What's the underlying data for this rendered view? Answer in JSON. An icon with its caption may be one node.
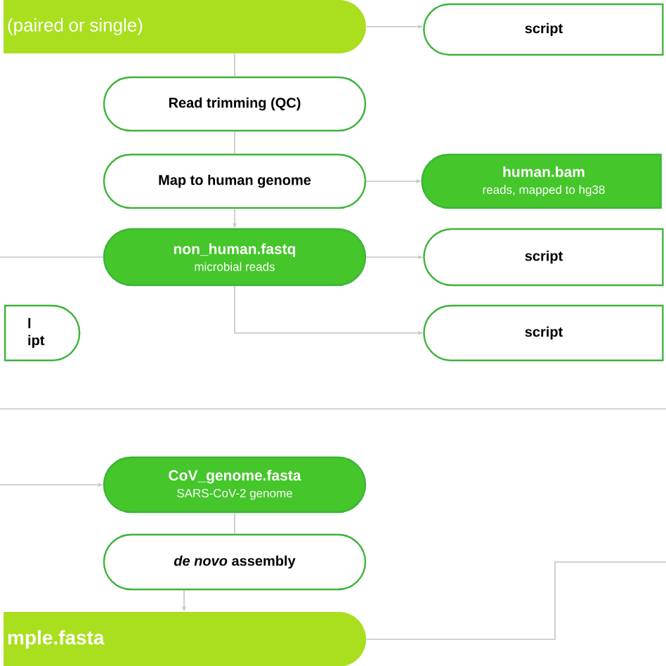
{
  "diagram": {
    "nodes": [
      {
        "text": [
          "(paired or single)"
        ]
      },
      {
        "text": [
          "script"
        ]
      },
      {
        "text": [
          "Read trimming (QC)"
        ]
      },
      {
        "text": [
          "Map to human genome"
        ]
      },
      {
        "text": [
          "human.bam",
          "reads, mapped to hg38"
        ]
      },
      {
        "text": [
          "non_human.fastq",
          "microbial reads"
        ]
      },
      {
        "text": [
          "script"
        ]
      },
      {
        "text": [
          "l ipt"
        ]
      },
      {
        "text": [
          "script"
        ]
      },
      {
        "text": [
          "CoV_genome.fasta",
          "SARS-CoV-2 genome"
        ]
      },
      {
        "text": [
          "*de novo* assembly"
        ]
      },
      {
        "text": [
          "mple.fasta"
        ]
      }
    ],
    "edges": [
      {
        "from": 0,
        "to": 1,
        "arrow": "to"
      },
      {
        "from": 0,
        "to": 2,
        "arrow": "none"
      },
      {
        "from": 2,
        "to": 3,
        "arrow": "none"
      },
      {
        "from": 3,
        "to": 4,
        "arrow": "to"
      },
      {
        "from": 3,
        "to": 5,
        "arrow": "to"
      },
      {
        "from": 5,
        "to": 6,
        "arrow": "to"
      },
      {
        "from": null,
        "to": 5,
        "arrow": "none"
      },
      {
        "from": 5,
        "to": 8,
        "arrow": "to"
      },
      {
        "from": null,
        "to": 9,
        "arrow": "to"
      },
      {
        "from": 9,
        "to": 10,
        "arrow": "none"
      },
      {
        "from": 10,
        "to": 11,
        "arrow": "to"
      },
      {
        "from": 11,
        "to": null,
        "arrow": "none"
      }
    ]
  }
}
